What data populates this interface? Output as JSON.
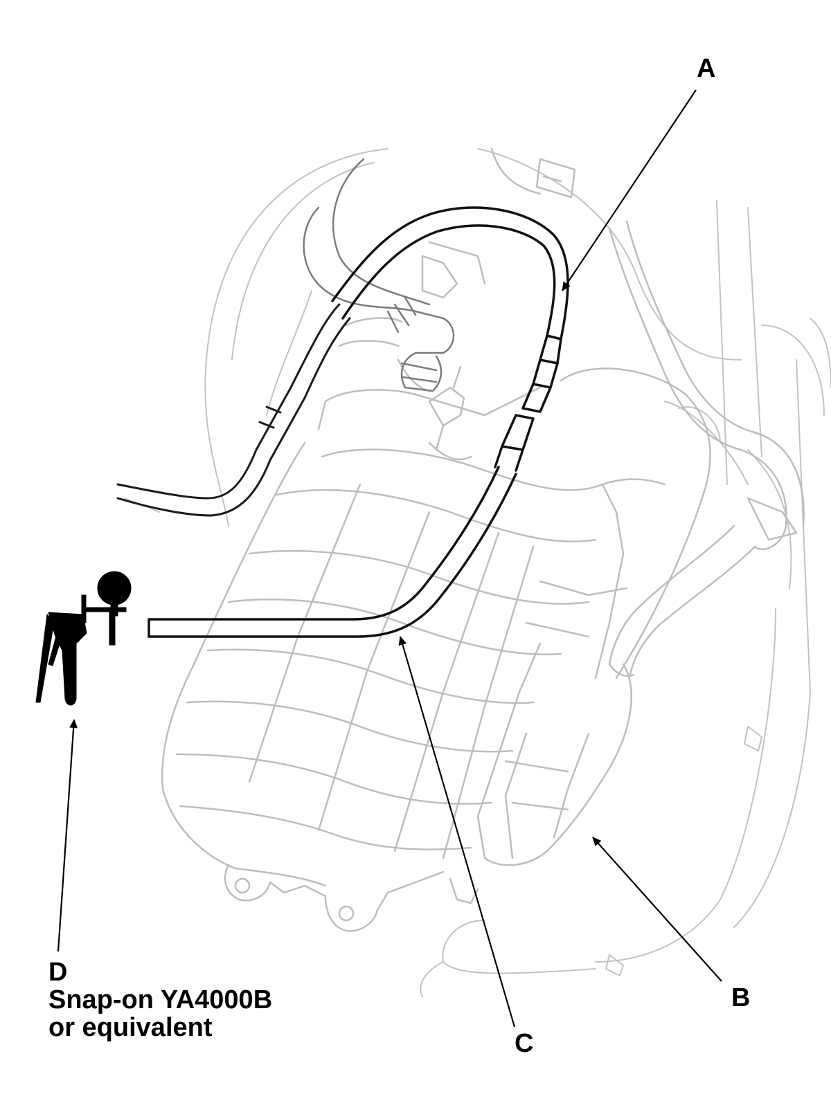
{
  "callouts": {
    "a": "A",
    "b": "B",
    "c": "C",
    "d": "D"
  },
  "tool": {
    "line1": "Snap-on YA4000B",
    "line2": "or equivalent"
  },
  "colors": {
    "ink": "#000000",
    "faint": "#b8b8b8",
    "background": "#ffffff"
  }
}
